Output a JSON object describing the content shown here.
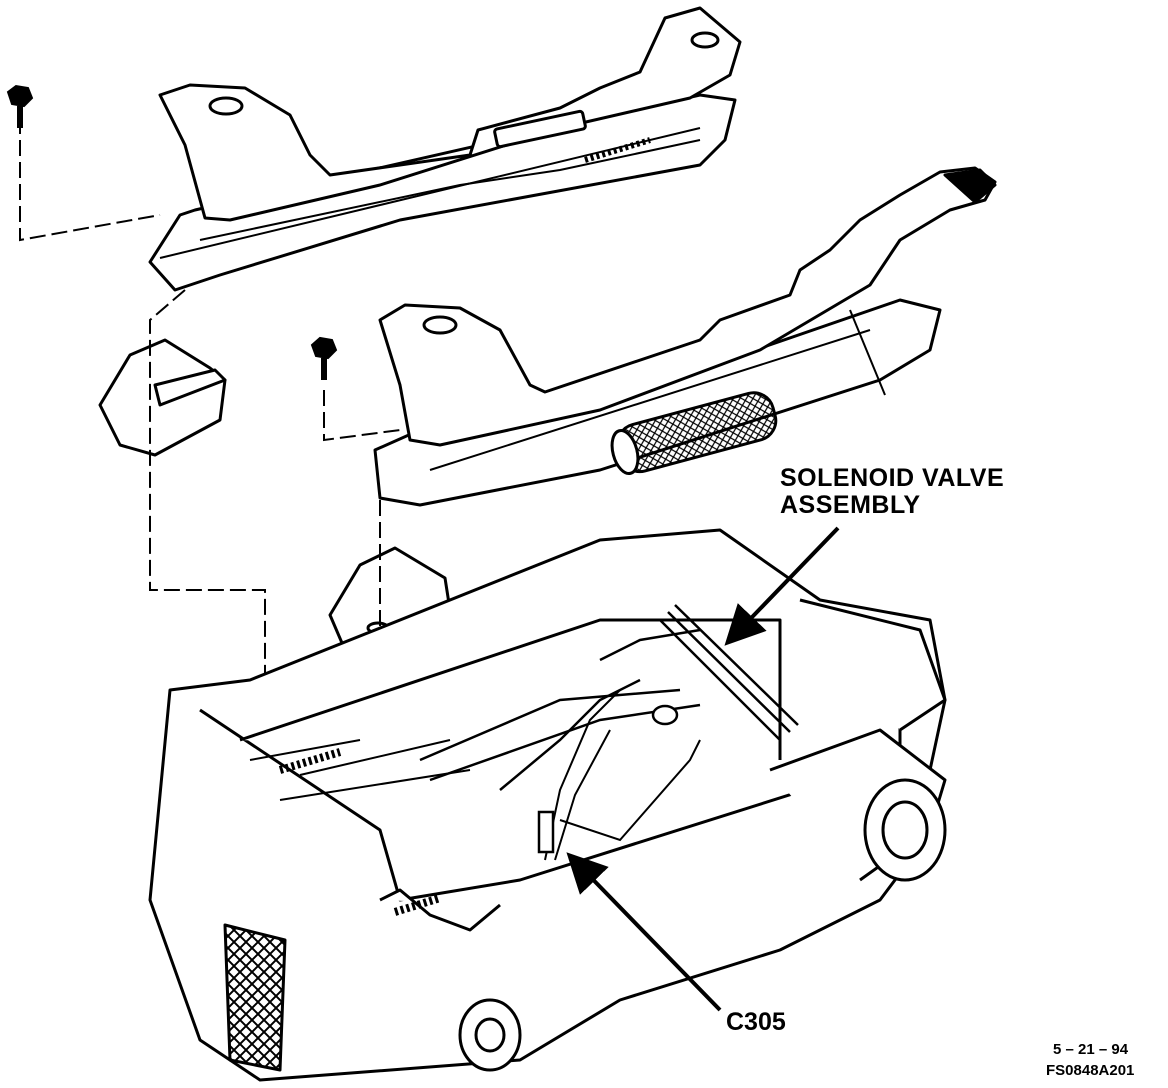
{
  "callouts": {
    "solenoid_valve_line1": "SOLENOID VALVE",
    "solenoid_valve_line2": "ASSEMBLY",
    "connector": "C305"
  },
  "footer": {
    "date": "5 – 21 – 94",
    "figure_code": "FS0848A201"
  }
}
